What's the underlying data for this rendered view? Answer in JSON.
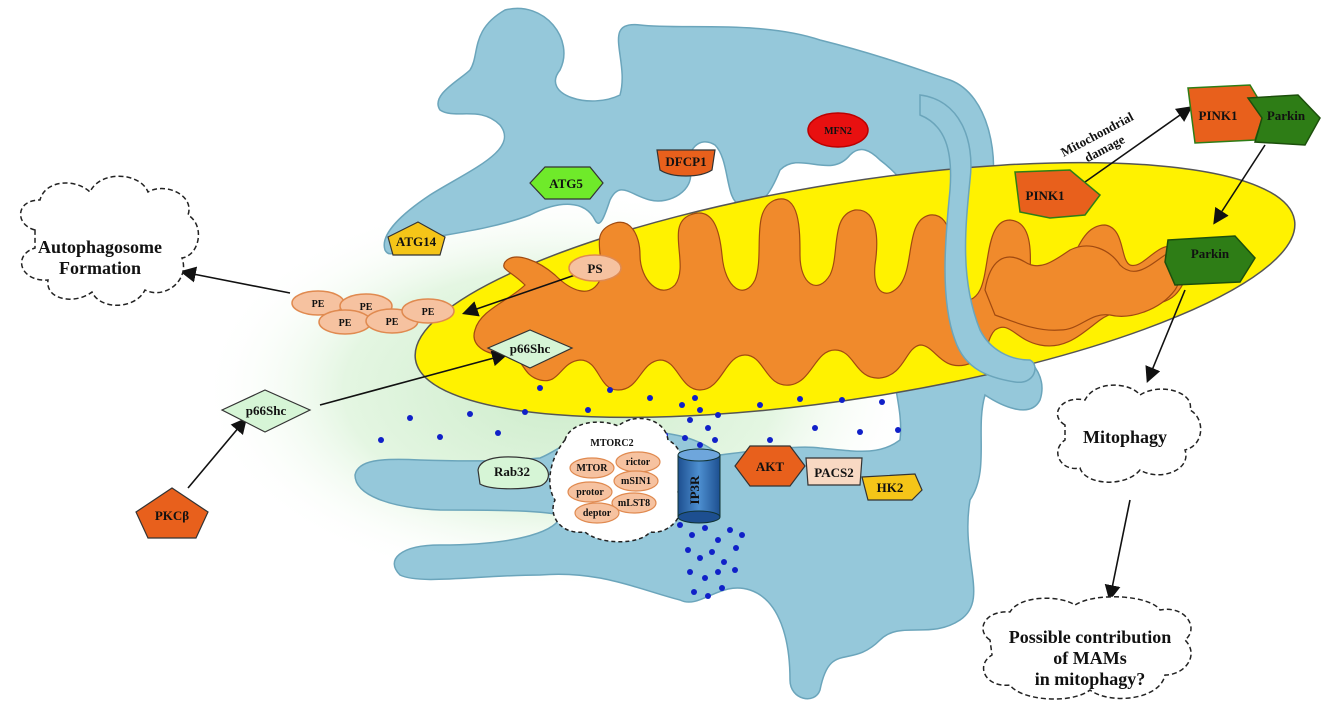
{
  "labels": {
    "autophagosome_line1": "Autophagosome",
    "autophagosome_line2": "Formation",
    "mitophagy": "Mitophagy",
    "possible_line1": "Possible contribution",
    "possible_line2": "of MAMs",
    "possible_line3": "in mitophagy?",
    "mito_damage_line1": "Mitochondrial",
    "mito_damage_line2": "damage"
  },
  "proteins": {
    "mfn2": "MFN2",
    "dfcp1": "DFCP1",
    "atg5": "ATG5",
    "atg14": "ATG14",
    "pink1_mito": "PINK1",
    "pink1_top": "PINK1",
    "parkin_top": "Parkin",
    "parkin_mito": "Parkin",
    "ps": "PS",
    "pe": "PE",
    "p66shc_mito": "p66Shc",
    "p66shc_cyto": "p66Shc",
    "pkcb": "PKCβ",
    "rab32": "Rab32",
    "mtorc2": "MTORC2",
    "mtor": "MTOR",
    "rictor": "rictor",
    "msin1": "mSIN1",
    "protor": "protor",
    "mlst8": "mLST8",
    "deptor": "deptor",
    "ip3r": "IP3R",
    "akt": "AKT",
    "pacs2": "PACS2",
    "hk2": "HK2"
  },
  "colors": {
    "er": "#95c8da",
    "mito_outer": "#fff200",
    "mito_inner": "#f08a2c",
    "dark_orange": "#e8601c",
    "green": "#2e7d16",
    "lime": "#6fea2a",
    "light_green": "#d6f5d6",
    "peach": "#f6c2a0",
    "red": "#e81010",
    "calcium": "#1020c8"
  }
}
